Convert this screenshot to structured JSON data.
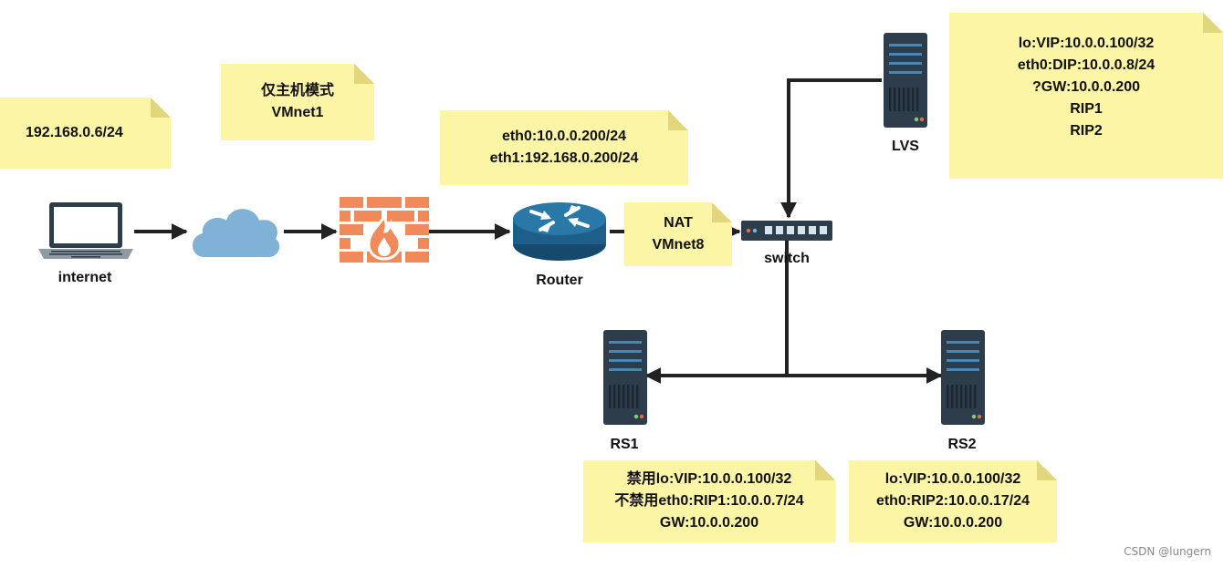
{
  "nodes": {
    "internet": "internet",
    "router": "Router",
    "switch": "switch",
    "lvs": "LVS",
    "rs1": "RS1",
    "rs2": "RS2"
  },
  "notes": {
    "client_ip": [
      "192.168.0.6/24"
    ],
    "host_only": [
      "仅主机模式",
      "VMnet1"
    ],
    "router_ips": [
      "eth0:10.0.0.200/24",
      "eth1:192.168.0.200/24"
    ],
    "nat": [
      "NAT",
      "VMnet8"
    ],
    "lvs_config": [
      "lo:VIP:10.0.0.100/32",
      "eth0:DIP:10.0.0.8/24",
      "?GW:10.0.0.200",
      "RIP1",
      "RIP2"
    ],
    "rs1_config": [
      "禁用lo:VIP:10.0.0.100/32",
      "不禁用eth0:RIP1:10.0.0.7/24",
      "GW:10.0.0.200"
    ],
    "rs2_config": [
      "lo:VIP:10.0.0.100/32",
      "eth0:RIP2:10.0.0.17/24",
      "GW:10.0.0.200"
    ]
  },
  "icons": {
    "laptop": "laptop-icon",
    "cloud": "cloud-icon",
    "firewall": "firewall-icon",
    "router": "router-icon",
    "switch": "switch-icon",
    "server": "server-icon"
  },
  "colors": {
    "note_fill": "#fdf5a6",
    "firewall": "#f08a5b",
    "router": "#1d5f8a",
    "server": "#2e3d4b",
    "cloud": "#7fb2d6",
    "wire": "#222222"
  },
  "watermark": "CSDN @lungern"
}
